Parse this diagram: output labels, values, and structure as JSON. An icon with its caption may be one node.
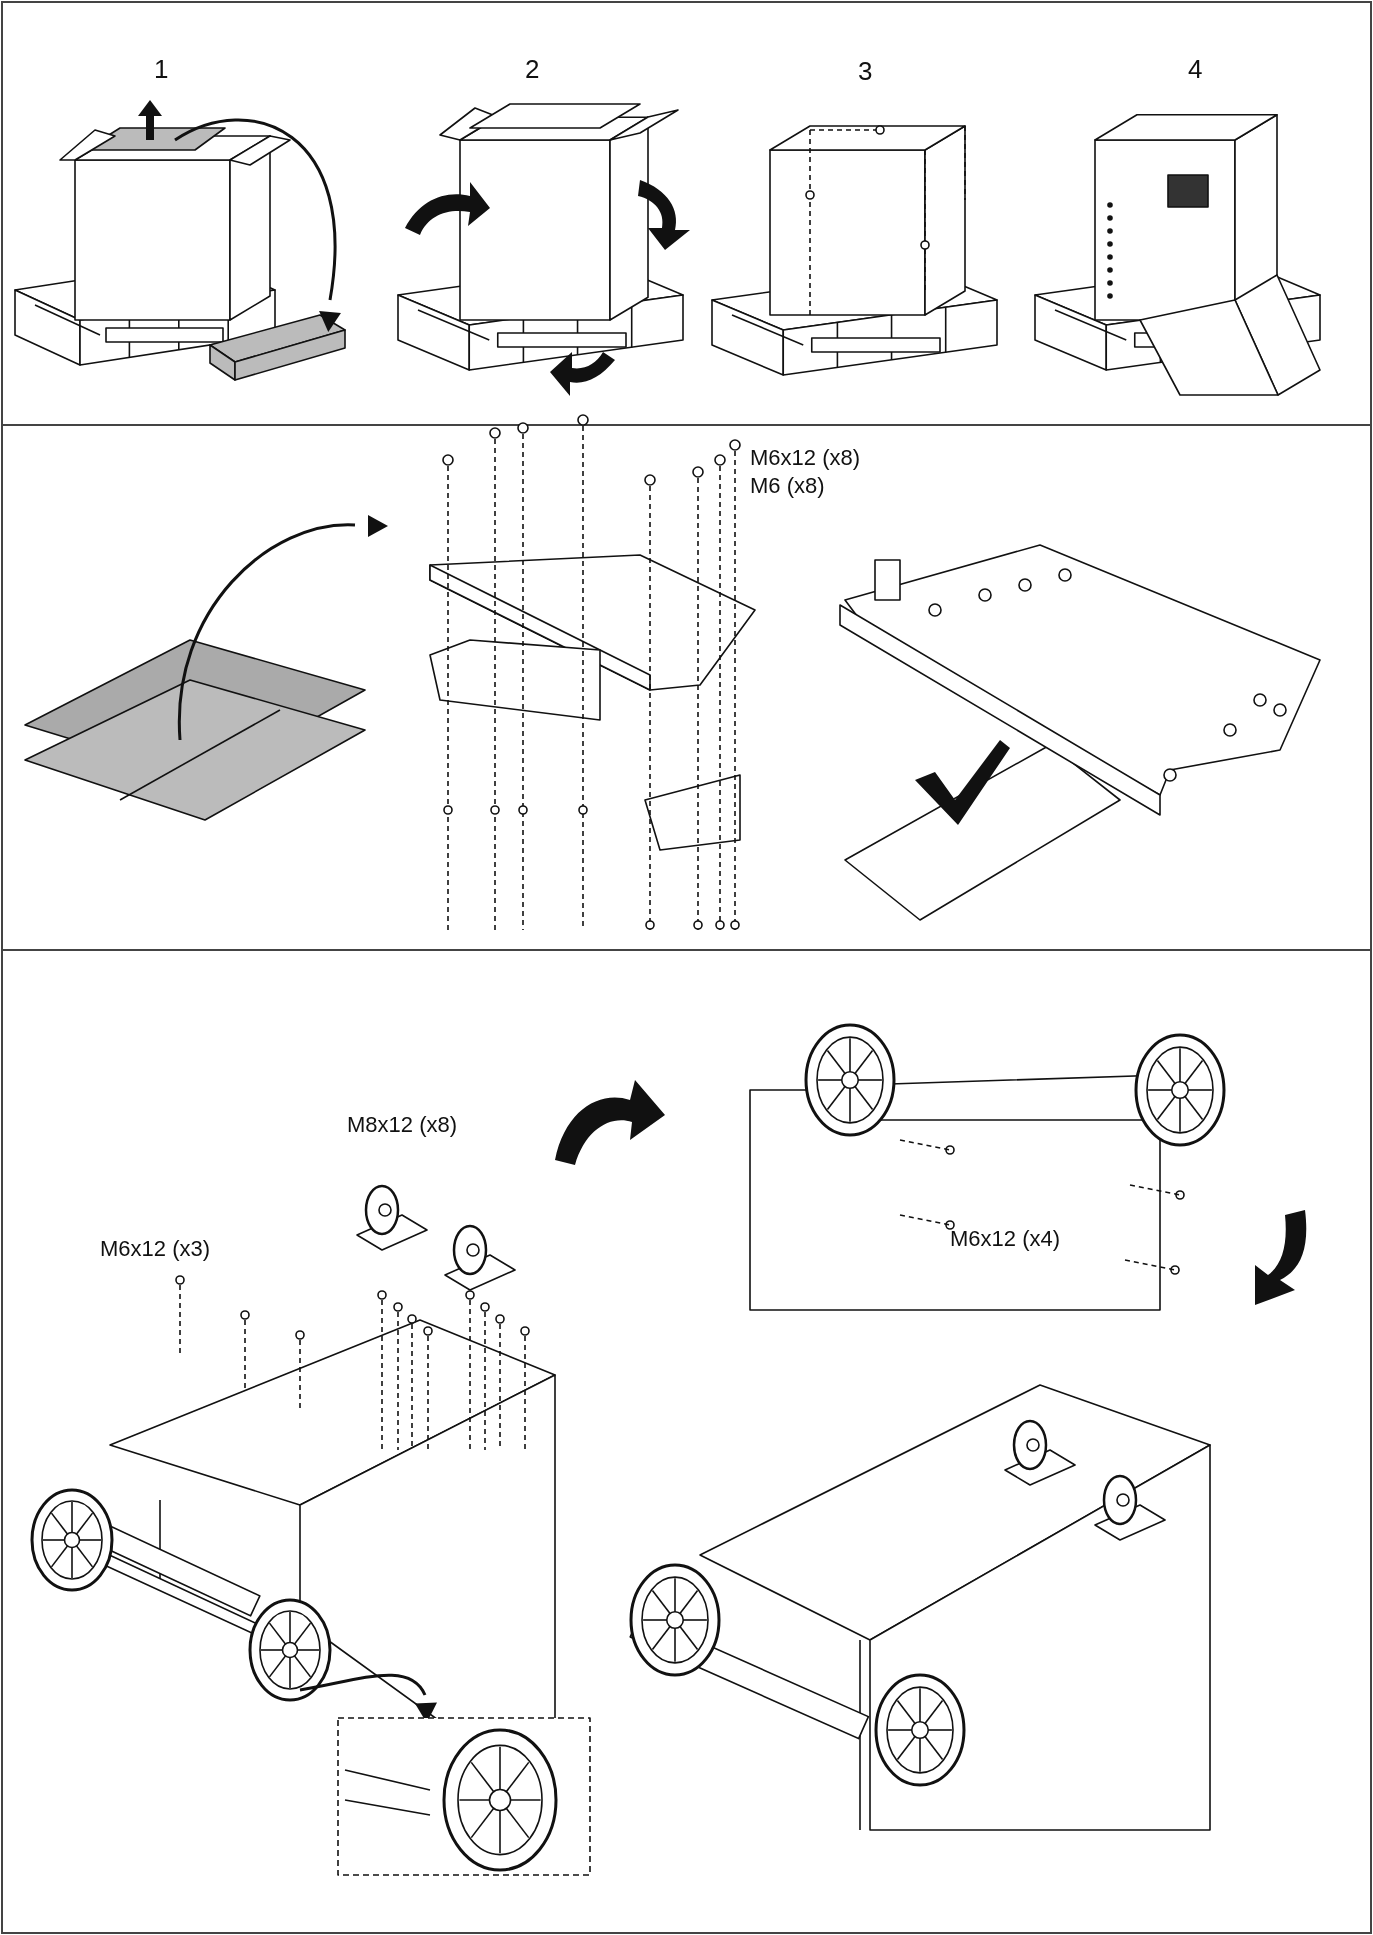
{
  "diagram": {
    "labels": [
      "1",
      "2",
      "3",
      "4",
      "M6x12 (x8)",
      "M6 (x8)",
      "M8x12 (x8)",
      "M6x12 (x3)",
      "M6x12 (x4)"
    ]
  }
}
